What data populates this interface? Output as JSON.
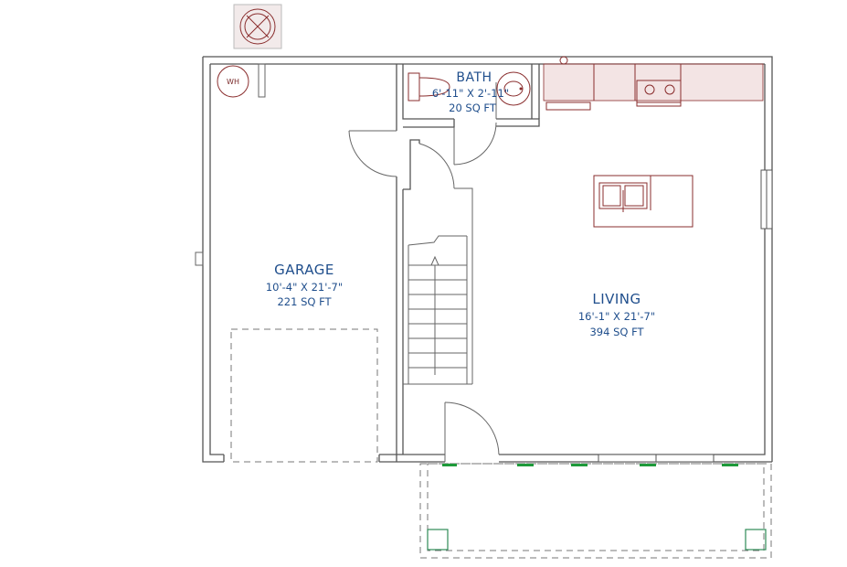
{
  "plan": {
    "rooms": [
      {
        "id": "garage",
        "name": "GARAGE",
        "dimensions": "10'-4\" X 21'-7\"",
        "area": "221 SQ FT"
      },
      {
        "id": "bath",
        "name": "BATH",
        "dimensions": "6'-11\" X 2'-11\"",
        "area": "20 SQ FT"
      },
      {
        "id": "living",
        "name": "LIVING",
        "dimensions": "16'-1\" X 21'-7\"",
        "area": "394 SQ FT"
      }
    ],
    "fixtures": {
      "water_heater": "WH"
    },
    "colors": {
      "room_text": "#1f4e8c",
      "fixture": "#8a2e2e",
      "wall": "#555555",
      "landscape": "#1e9a3a"
    }
  }
}
